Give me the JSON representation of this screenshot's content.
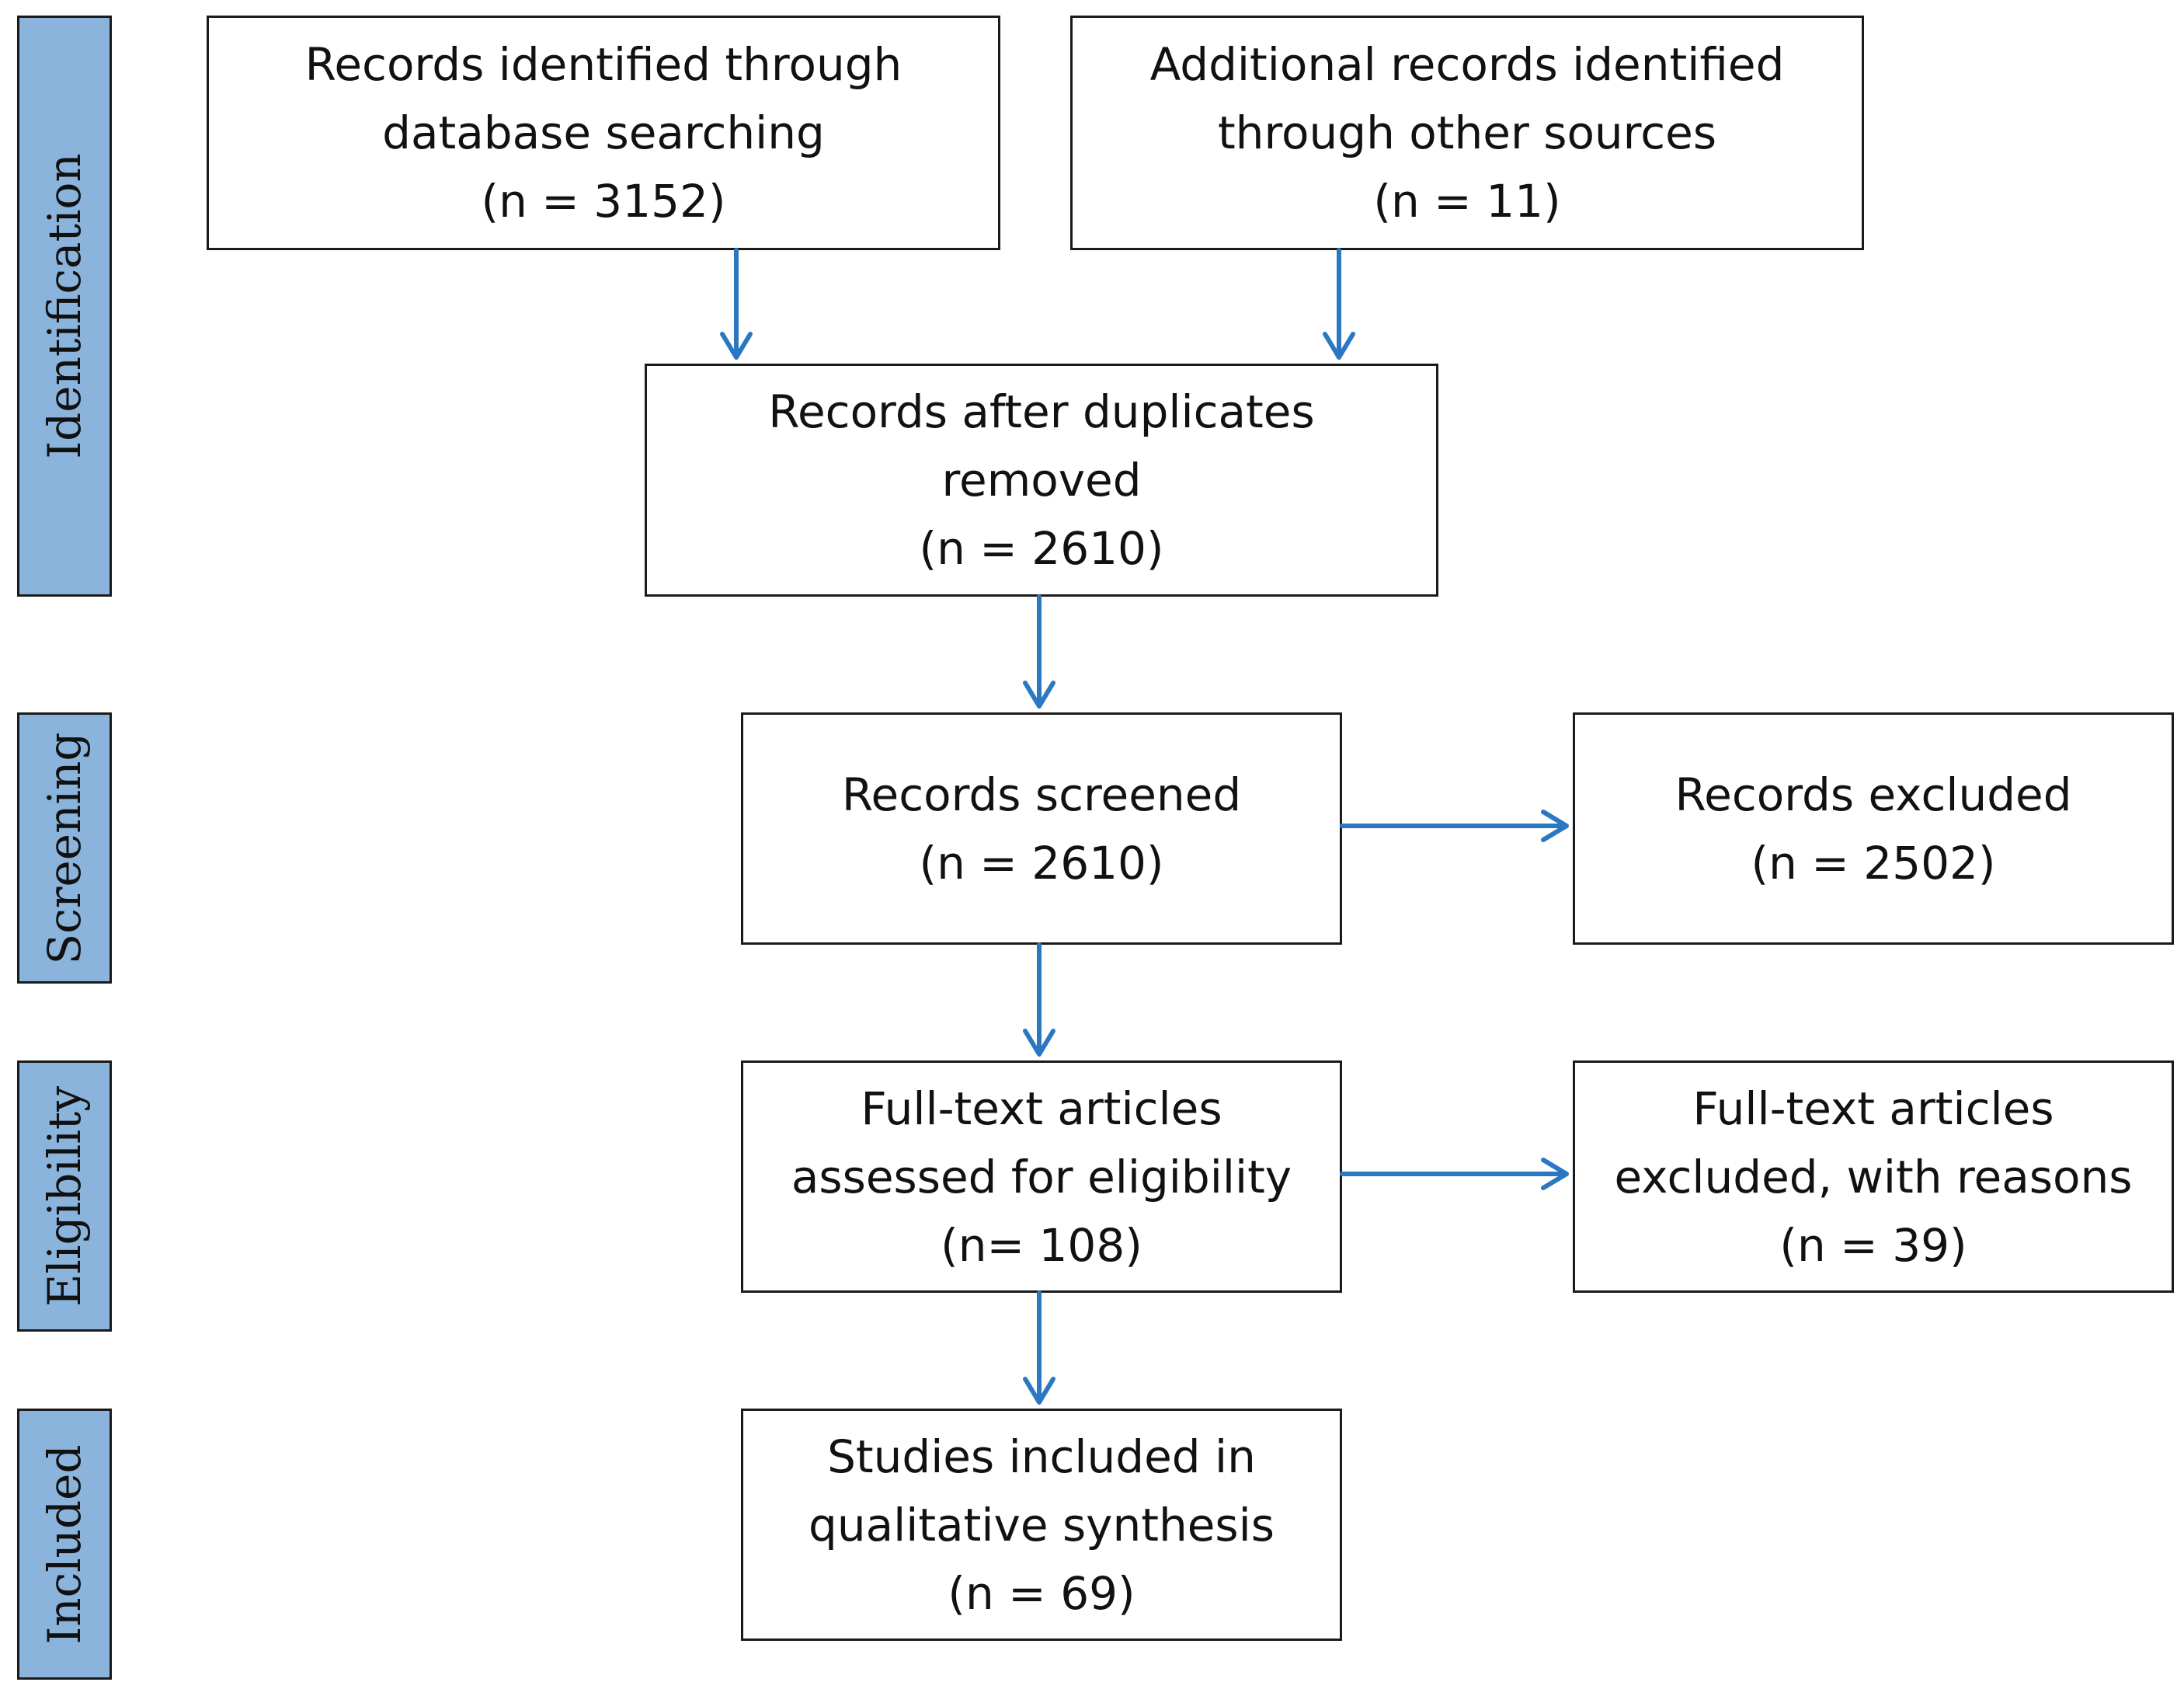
{
  "colors": {
    "phase_fill": "#8bb4dc",
    "arrow": "#2b78c2",
    "box_border": "#1a1a1a"
  },
  "phases": {
    "identification": "Identification",
    "screening": "Screening",
    "eligibility": "Eligibility",
    "included": "Included"
  },
  "boxes": {
    "database": {
      "line1": "Records identified through",
      "line2": "database searching",
      "count": "(n = 3152)"
    },
    "other_sources": {
      "line1": "Additional records identified",
      "line2": "through other sources",
      "count": "(n = 11)"
    },
    "duplicates_removed": {
      "line1": "Records after duplicates",
      "line2": "removed",
      "count": "(n = 2610)"
    },
    "screened": {
      "line1": "Records screened",
      "count": "(n = 2610)"
    },
    "excluded": {
      "line1": "Records excluded",
      "count": "(n = 2502)"
    },
    "full_text_assessed": {
      "line1": "Full-text articles",
      "line2": "assessed for eligibility",
      "count": "(n= 108)"
    },
    "full_text_excluded": {
      "line1": "Full-text articles",
      "line2": "excluded, with reasons",
      "count": "(n = 39)"
    },
    "included": {
      "line1": "Studies included in",
      "line2": "qualitative synthesis",
      "count": "(n = 69)"
    }
  }
}
